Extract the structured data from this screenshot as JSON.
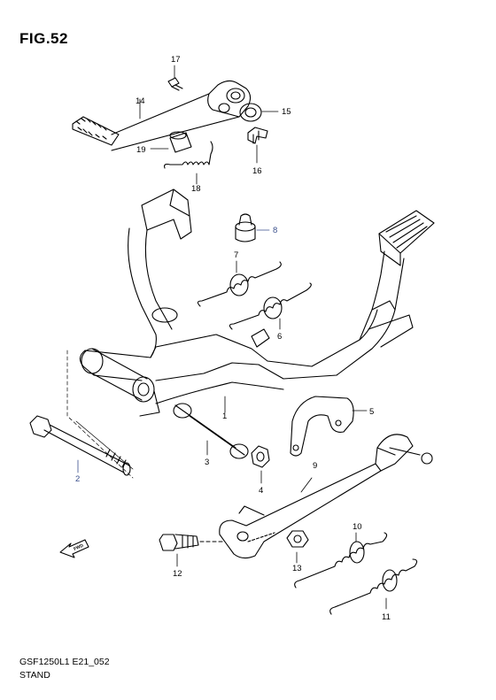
{
  "figure": {
    "title": "FIG.52",
    "code": "GSF1250L1 E21_052",
    "name": "STAND",
    "fwd_label": "FWD"
  },
  "parts": [
    {
      "number": "1",
      "name": "stand-main",
      "style": "black"
    },
    {
      "number": "2",
      "name": "bolt",
      "style": "blue"
    },
    {
      "number": "3",
      "name": "pipe",
      "style": "black"
    },
    {
      "number": "4",
      "name": "nut",
      "style": "black"
    },
    {
      "number": "5",
      "name": "bracket",
      "style": "black"
    },
    {
      "number": "6",
      "name": "spring",
      "style": "black"
    },
    {
      "number": "7",
      "name": "spring",
      "style": "black"
    },
    {
      "number": "8",
      "name": "stopper",
      "style": "blue"
    },
    {
      "number": "9",
      "name": "side-stand",
      "style": "black"
    },
    {
      "number": "10",
      "name": "spring",
      "style": "black"
    },
    {
      "number": "11",
      "name": "spring",
      "style": "black"
    },
    {
      "number": "12",
      "name": "bolt",
      "style": "black"
    },
    {
      "number": "13",
      "name": "nut",
      "style": "black"
    },
    {
      "number": "14",
      "name": "pedal-lever",
      "style": "black"
    },
    {
      "number": "15",
      "name": "washer",
      "style": "black"
    },
    {
      "number": "16",
      "name": "clip",
      "style": "black"
    },
    {
      "number": "17",
      "name": "bolt",
      "style": "black"
    },
    {
      "number": "18",
      "name": "spring",
      "style": "black"
    },
    {
      "number": "19",
      "name": "collar",
      "style": "black"
    }
  ]
}
